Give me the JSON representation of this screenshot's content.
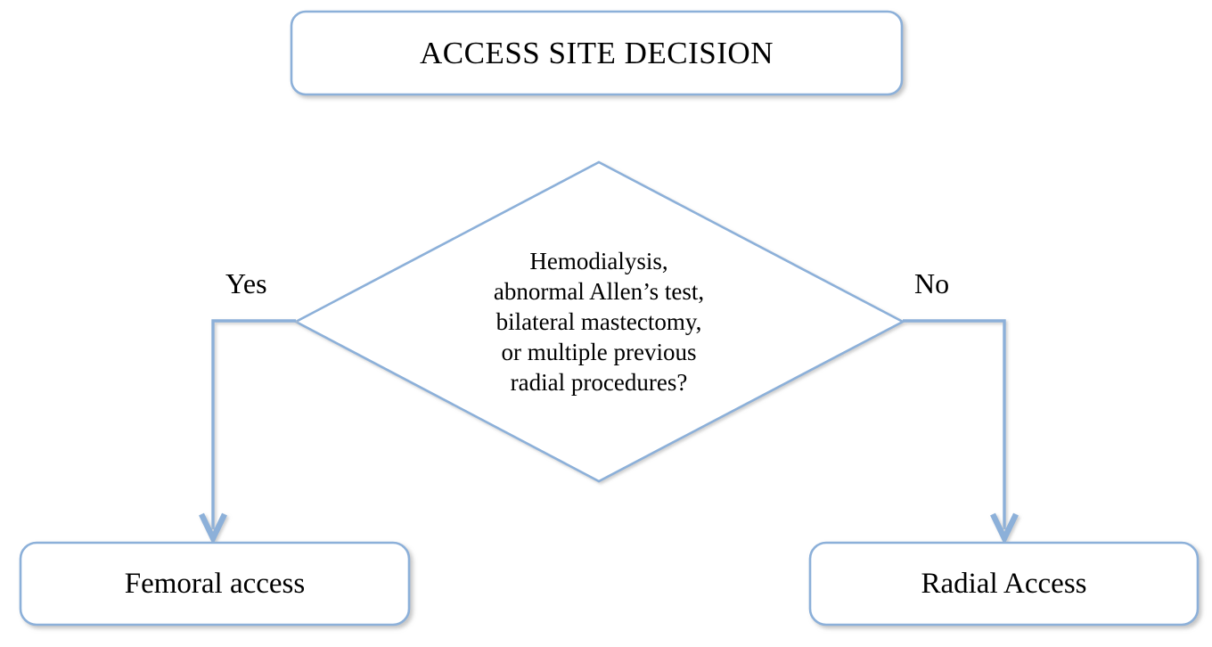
{
  "diagram": {
    "title_node": {
      "label": "ACCESS SITE DECISION",
      "shape": "rounded-rectangle"
    },
    "decision_node": {
      "shape": "diamond",
      "lines": [
        "Hemodialysis,",
        "abnormal Allen’s test,",
        "bilateral mastectomy,",
        "or multiple previous",
        "radial procedures?"
      ],
      "full_text": "Hemodialysis, abnormal Allen’s test, bilateral mastectomy, or multiple previous radial procedures?"
    },
    "branches": [
      {
        "label": "Yes",
        "target": "Femoral access"
      },
      {
        "label": "No",
        "target": "Radial Access"
      }
    ],
    "outcome_nodes": [
      {
        "label": "Femoral access",
        "shape": "rounded-rectangle",
        "side": "left"
      },
      {
        "label": "Radial Access",
        "shape": "rounded-rectangle",
        "side": "right"
      }
    ],
    "colors": {
      "stroke": "#8CB0D9",
      "stroke_light": "#A9C4E3",
      "shadow": "#D8D8D8",
      "fill": "#FFFFFF",
      "text": "#000000"
    }
  }
}
